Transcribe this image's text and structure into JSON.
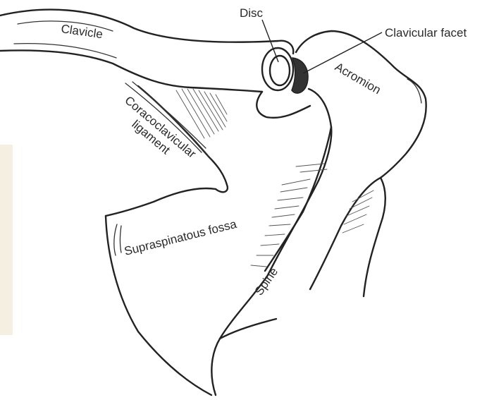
{
  "labels": {
    "clavicle": "Clavicle",
    "disc": "Disc",
    "clavicular_facet": "Clavicular facet",
    "acromion": "Acromion",
    "coracoclavicular_1": "Coracoclavicular",
    "coracoclavicular_2": "ligament",
    "supraspinatous_fossa": "Supraspinatous fossa",
    "spine": "Spine"
  },
  "colors": {
    "ink": "#222222",
    "paper": "#ffffff",
    "left_edge_tint": "#f5efe2"
  }
}
